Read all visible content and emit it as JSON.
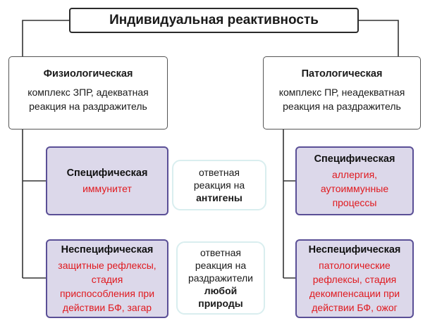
{
  "root": {
    "title": "Индивидуальная реактивность"
  },
  "physiological": {
    "title": "Физиологическая",
    "line1": "комплекс ЗПР, адекватная",
    "line2": "реакция на раздражитель",
    "specific": {
      "title": "Специфическая",
      "text": "иммунитет"
    },
    "nonspecific": {
      "title": "Неспецифическая",
      "lines": [
        "защитные рефлексы,",
        "стадия",
        "приспособления при",
        "действии БФ, загар"
      ]
    }
  },
  "pathological": {
    "title": "Патологическая",
    "line1": "комплекс ПР, неадекватная",
    "line2": "реакция на раздражитель",
    "specific": {
      "title": "Специфическая",
      "lines": [
        "аллергия,",
        "аутоиммунные",
        "процессы"
      ]
    },
    "nonspecific": {
      "title": "Неспецифическая",
      "lines": [
        "патологические",
        "рефлексы, стадия",
        "декомпенсации при",
        "действии БФ, ожог"
      ]
    }
  },
  "middle": {
    "specific": {
      "line1": "ответная",
      "line2": "реакция на",
      "bold": "антигены"
    },
    "nonspecific": {
      "line1": "ответная",
      "line2": "реакция на",
      "line3": "раздражители",
      "bold1": "любой",
      "bold2": "природы"
    }
  },
  "colors": {
    "leaf_border": "#5a4f96",
    "leaf_fill": "#dcd8ea",
    "accent_red": "#e0191e",
    "mid_border": "#d9eeef"
  }
}
